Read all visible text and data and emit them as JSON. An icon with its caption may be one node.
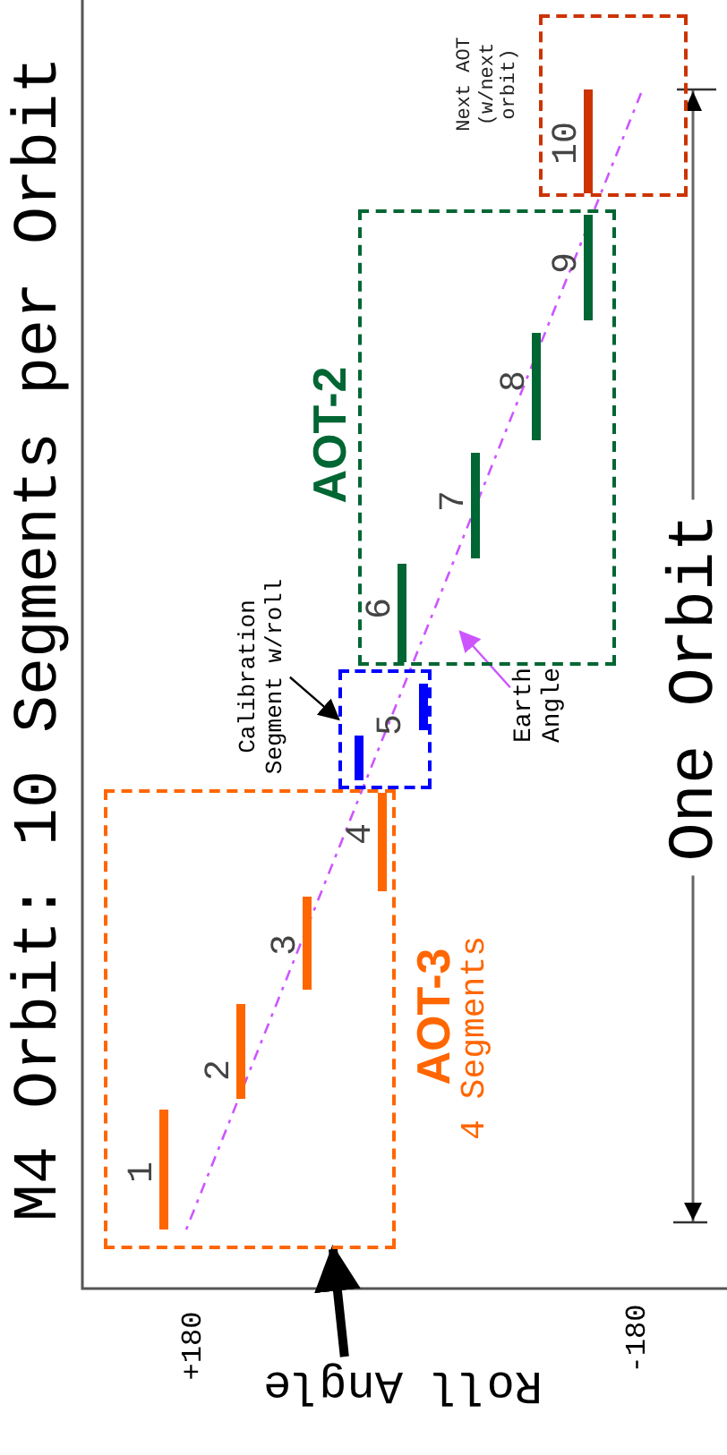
{
  "diagram": {
    "title": "M4 Orbit: 10 Segments per Orbit",
    "nodes": [
      {
        "text": [
          "AOT-3",
          "4 Segments"
        ]
      },
      {
        "text": [
          "1"
        ],
        "in": 0
      },
      {
        "text": [
          "2"
        ],
        "in": 0
      },
      {
        "text": [
          "3"
        ],
        "in": 0
      },
      {
        "text": [
          "4"
        ],
        "in": 0
      },
      {
        "text": [
          "5"
        ]
      },
      {
        "text": [
          "AOT-2"
        ]
      },
      {
        "text": [
          "6"
        ],
        "in": 6
      },
      {
        "text": [
          "7"
        ],
        "in": 6
      },
      {
        "text": [
          "8"
        ],
        "in": 6
      },
      {
        "text": [
          "9"
        ],
        "in": 6
      },
      {
        "text": [
          "Next AOT (w/next orbit)"
        ]
      },
      {
        "text": [
          "10"
        ],
        "in": 11
      },
      {
        "text": [
          "Calibration Segment w/roll"
        ]
      },
      {
        "text": [
          "Earth Angle"
        ]
      },
      {
        "text": [
          "Roll Angle"
        ]
      }
    ],
    "edges": [
      {
        "from": 13,
        "to": 5,
        "arrow": "to"
      },
      {
        "from": 14,
        "to": 6,
        "arrow": "to",
        "color": "#cc55ff"
      },
      {
        "from": 15,
        "to": 0,
        "arrow": "to",
        "style": "thick"
      }
    ],
    "labels": [
      "+180",
      "-180",
      "One Orbit"
    ]
  }
}
